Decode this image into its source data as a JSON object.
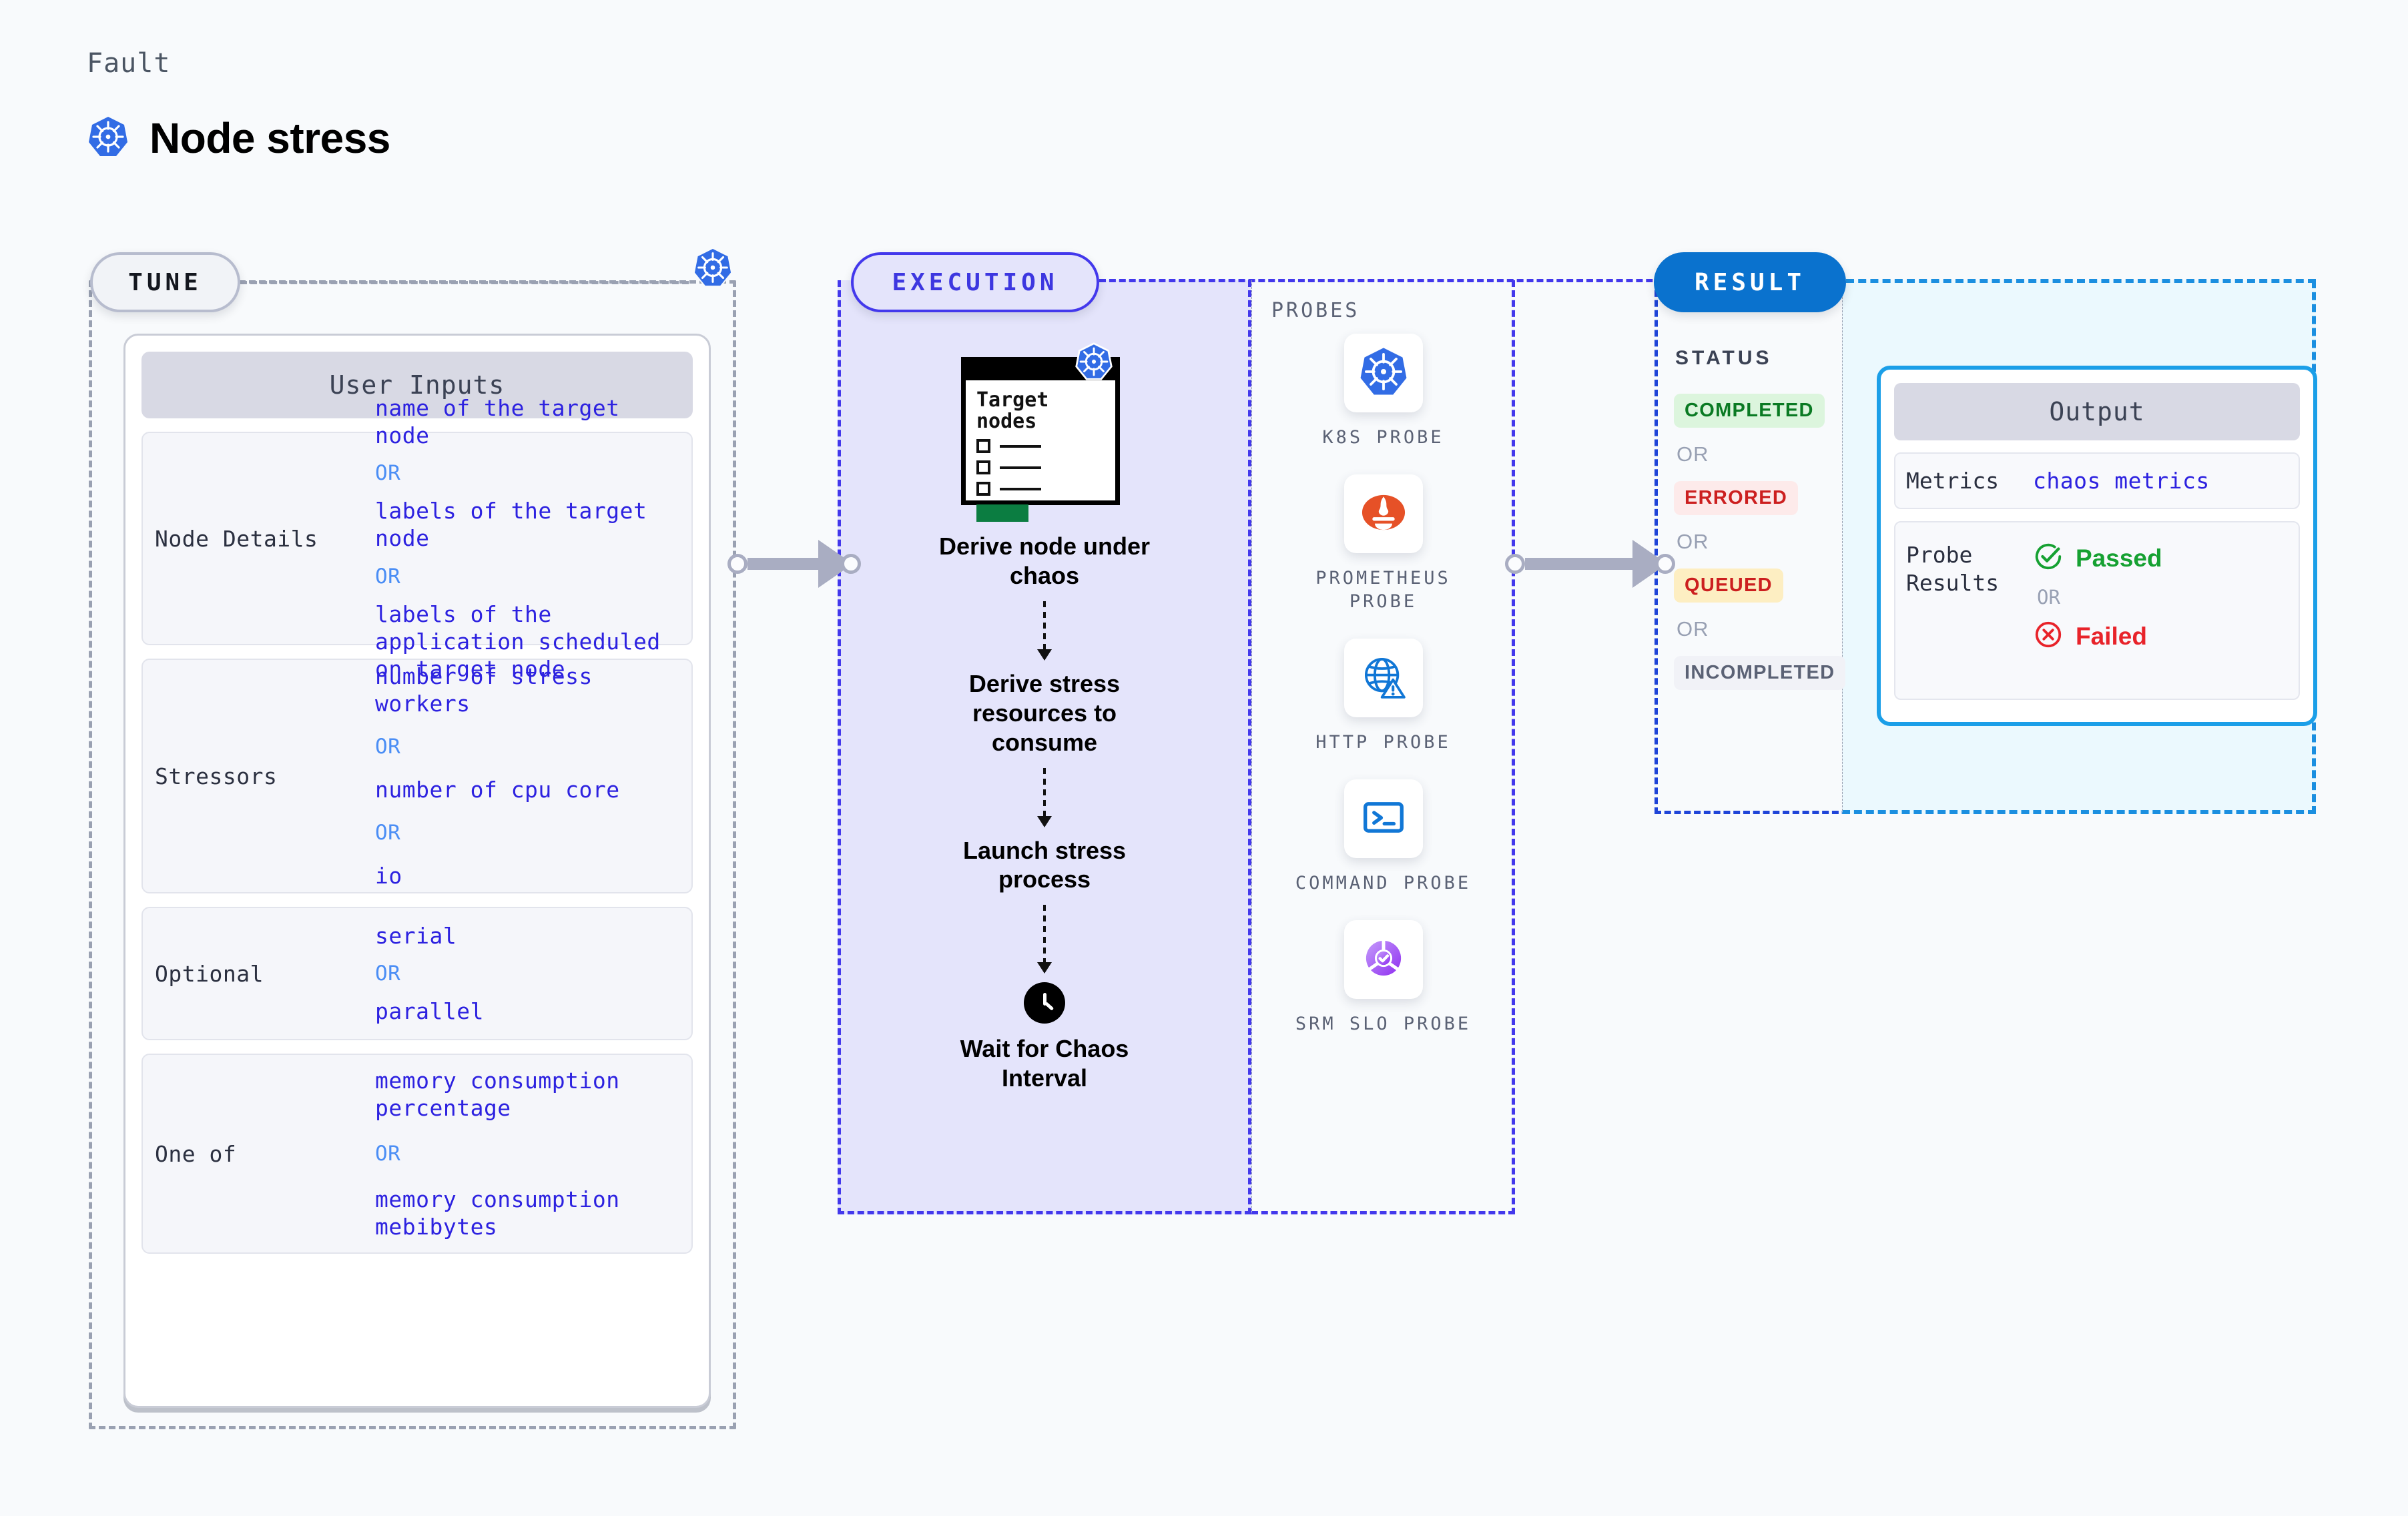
{
  "header": {
    "fault_label": "Fault",
    "fault_title": "Node stress",
    "icon": "kubernetes-icon"
  },
  "sections": {
    "tune": {
      "pill_label": "TUNE",
      "line_icon": "kubernetes-icon"
    },
    "execution": {
      "pill_label": "EXECUTION"
    },
    "result": {
      "pill_label": "RESULT"
    }
  },
  "tune": {
    "card_title": "User Inputs",
    "rows": [
      {
        "label": "Node Details",
        "values": [
          "name of the target node",
          "labels of the target node",
          "labels of the application scheduled on target node"
        ],
        "separator": "OR"
      },
      {
        "label": "Stressors",
        "values": [
          "number of stress workers",
          "number of cpu core",
          "io"
        ],
        "separator": "OR"
      },
      {
        "label": "Optional",
        "values": [
          "serial",
          "parallel"
        ],
        "separator": "OR"
      },
      {
        "label": "One of",
        "values": [
          "memory consumption percentage",
          "memory consumption mebibytes"
        ],
        "separator": "OR"
      }
    ]
  },
  "execution": {
    "target_card": {
      "title_line1": "Target",
      "title_line2": "nodes",
      "badge_icon": "kubernetes-icon"
    },
    "steps": [
      {
        "label": "Derive node under chaos"
      },
      {
        "label": "Derive stress resources to consume"
      },
      {
        "label": "Launch stress process"
      },
      {
        "label": "Wait for Chaos Interval",
        "icon": "clock-icon"
      }
    ]
  },
  "probes": {
    "title": "PROBES",
    "items": [
      {
        "label": "K8S PROBE",
        "icon": "kubernetes-icon"
      },
      {
        "label": "PROMETHEUS PROBE",
        "icon": "prometheus-icon"
      },
      {
        "label": "HTTP PROBE",
        "icon": "http-globe-warning-icon"
      },
      {
        "label": "COMMAND PROBE",
        "icon": "terminal-icon"
      },
      {
        "label": "SRM SLO PROBE",
        "icon": "srm-slo-icon"
      }
    ]
  },
  "result": {
    "status_title": "STATUS",
    "separator": "OR",
    "statuses": [
      {
        "label": "COMPLETED",
        "text_color": "#0a7a23",
        "bg_color": "#dcf5dd"
      },
      {
        "label": "ERRORED",
        "text_color": "#cc1f1f",
        "bg_color": "#fdeaea"
      },
      {
        "label": "QUEUED",
        "text_color": "#cc1f1f",
        "bg_color": "#fdeec2"
      },
      {
        "label": "INCOMPLETED",
        "text_color": "#5b6275",
        "bg_color": "#f1f2f7"
      }
    ],
    "output": {
      "title": "Output",
      "metrics_label": "Metrics",
      "metrics_value": "chaos metrics",
      "probe_results_label": "Probe Results",
      "passed_label": "Passed",
      "passed_color": "#16a132",
      "failed_label": "Failed",
      "failed_color": "#e8232a",
      "separator": "OR",
      "passed_icon": "check-circle-icon",
      "failed_icon": "x-circle-icon"
    }
  },
  "connectors": [
    {
      "name": "tune-to-execution"
    },
    {
      "name": "execution-to-result"
    }
  ]
}
